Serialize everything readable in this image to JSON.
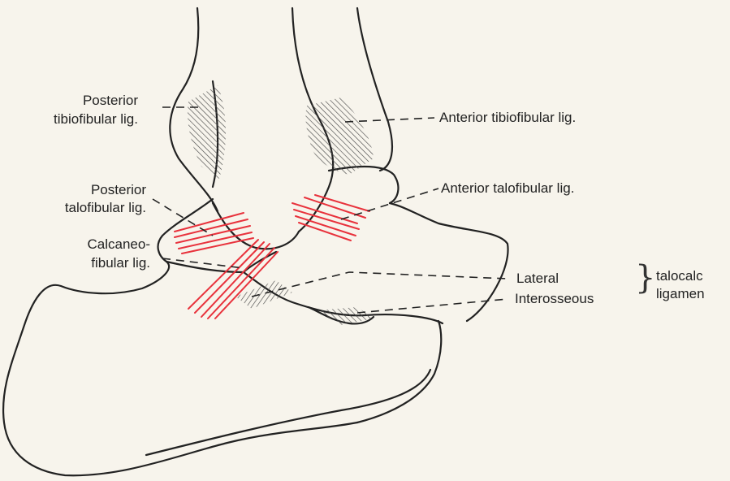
{
  "labels": {
    "posterior_tibiofibular_1": "Posterior",
    "posterior_tibiofibular_2": "tibiofibular lig.",
    "anterior_tibiofibular": "Anterior tibiofibular lig.",
    "posterior_talofibular_1": "Posterior",
    "posterior_talofibular_2": "talofibular lig.",
    "anterior_talofibular": "Anterior talofibular lig.",
    "calcaneofibular_1": "Calcaneo-",
    "calcaneofibular_2": "fibular lig.",
    "lateral": "Lateral",
    "interosseous": "Interosseous",
    "talocalcaneal_1": "talocalc",
    "talocalcaneal_2": "ligamen"
  },
  "colors": {
    "ligament_red": "#e8323c",
    "outline": "#222222",
    "hatch": "#555555",
    "background": "#f7f4ec"
  }
}
